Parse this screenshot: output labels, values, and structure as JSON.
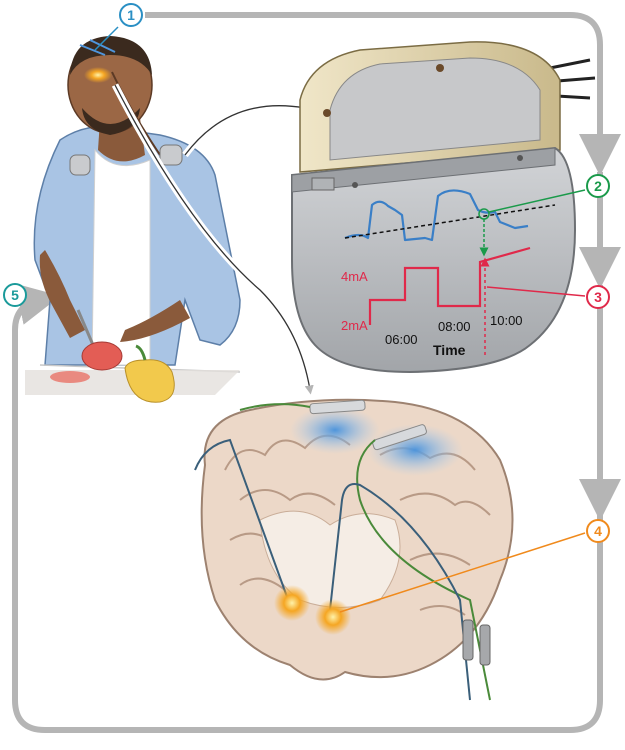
{
  "callouts": [
    {
      "label": "1",
      "color": "#2a8fc4"
    },
    {
      "label": "2",
      "color": "#1a9a4a"
    },
    {
      "label": "3",
      "color": "#e0294a"
    },
    {
      "label": "4",
      "color": "#f08a1c"
    },
    {
      "label": "5",
      "color": "#1a9a9a"
    }
  ],
  "device_chart": {
    "y_labels": [
      "4mA",
      "2mA"
    ],
    "x_labels": [
      "06:00",
      "08:00",
      "10:00"
    ],
    "x_title": "Time"
  },
  "colors": {
    "loop_arrow": "#b5b5b5",
    "signal_trace": "#3a7fc7",
    "stim_trace": "#e0294a",
    "device_shell": "#b7b9bc",
    "device_header": "#d8cba2",
    "brain": "#e9d4c4",
    "brain_activity": "#6aa9e0",
    "hotspot": "#f5a623"
  },
  "icons": [
    "person-cooking",
    "implanted-pulse-generator",
    "brain-cross-section",
    "cutting-board",
    "bell-pepper"
  ]
}
